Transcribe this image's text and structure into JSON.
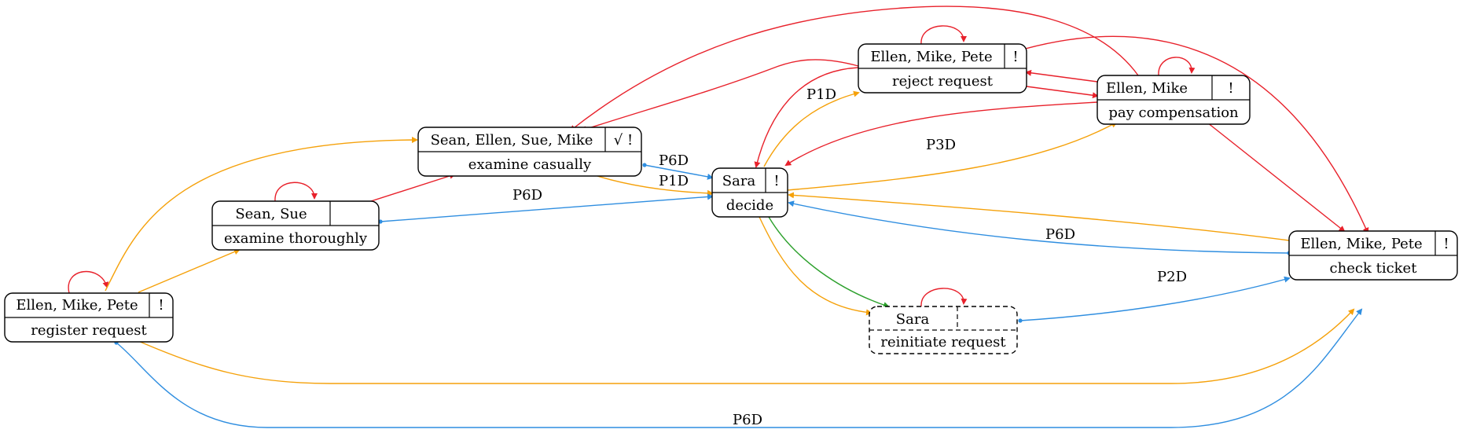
{
  "colors": {
    "red": "#e8212b",
    "orange": "#f5a10a",
    "blue": "#2f8ee0",
    "green": "#2ca02c",
    "black": "#000000"
  },
  "nodes": {
    "register": {
      "resources": "Ellen, Mike, Pete",
      "flags": "!",
      "activity": "register request"
    },
    "thorough": {
      "resources": "Sean, Sue",
      "flags": "",
      "activity": "examine thoroughly"
    },
    "casual": {
      "resources": "Sean, Ellen, Sue, Mike",
      "flags": "√ !",
      "activity": "examine casually"
    },
    "decide": {
      "resources": "Sara",
      "flags": "!",
      "activity": "decide"
    },
    "reject": {
      "resources": "Ellen, Mike, Pete",
      "flags": "!",
      "activity": "reject request"
    },
    "pay": {
      "resources": "Ellen, Mike",
      "flags": "!",
      "activity": "pay compensation"
    },
    "check": {
      "resources": "Ellen, Mike, Pete",
      "flags": "!",
      "activity": "check ticket"
    },
    "reinitiate": {
      "resources": "Sara",
      "flags": "",
      "activity": "reinitiate request"
    }
  },
  "edge_labels": {
    "casual_decide_p6d": "P6D",
    "casual_decide_p1d": "P1D",
    "thorough_decide_p6d": "P6D",
    "decide_reject_p1d": "P1D",
    "pay_decide_p3d": "P3D",
    "check_decide_p6d": "P6D",
    "reinitiate_check_p2d": "P2D",
    "register_check_p6d": "P6D"
  }
}
